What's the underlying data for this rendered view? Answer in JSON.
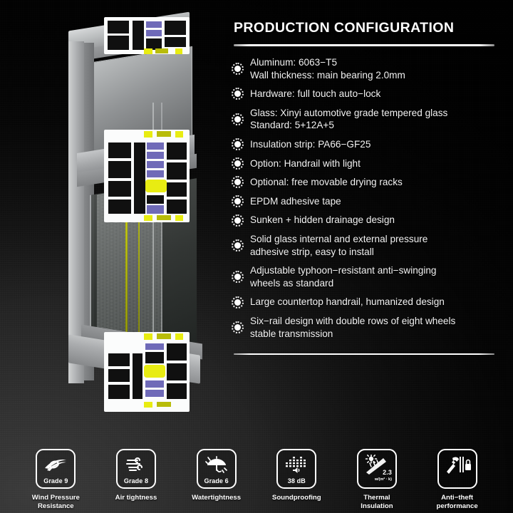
{
  "background": {
    "base_color": "#232323",
    "dark_color": "#050505",
    "accent_white": "#ffffff"
  },
  "product": {
    "name": "aluminum-sliding-window-cutaway-render",
    "alt": "3D cutaway render of aluminum sliding window frame profile with thermal break and seals",
    "colors": {
      "aluminum": "#b2b4b6",
      "thermal_break": "#6f6ab8",
      "seal_yellow": "#e8ec12",
      "glass": "#4e5250"
    }
  },
  "panel": {
    "title": "PRODUCTION CONFIGURATION",
    "items": [
      {
        "text": "Aluminum: 6063−T5\nWall thickness: main bearing 2.0mm"
      },
      {
        "text": "Hardware: full touch auto−lock"
      },
      {
        "text": "Glass: Xinyi automotive grade tempered glass\nStandard: 5+12A+5"
      },
      {
        "text": "Insulation strip: PA66−GF25"
      },
      {
        "text": "Option: Handrail with light"
      },
      {
        "text": "Optional: free movable drying racks"
      },
      {
        "text": "EPDM adhesive tape"
      },
      {
        "text": "Sunken + hidden drainage design"
      },
      {
        "text": "Solid glass internal and external pressure\nadhesive strip, easy to install"
      },
      {
        "text": "Adjustable typhoon−resistant anti−swinging\nwheels as standard"
      },
      {
        "text": "Large countertop handrail, humanized design"
      },
      {
        "text": "Six−rail design with double rows of eight wheels\nstable transmission"
      }
    ]
  },
  "badges": [
    {
      "icon": "wind-pressure-icon",
      "value": "Grade 9",
      "unit": "",
      "label": "Wind Pressure\nResistance"
    },
    {
      "icon": "air-tightness-icon",
      "value": "Grade 8",
      "unit": "",
      "label": "Air tightness"
    },
    {
      "icon": "umbrella-rain-icon",
      "value": "Grade 6",
      "unit": "",
      "label": "Watertightness"
    },
    {
      "icon": "equalizer-speaker-icon",
      "value": "38 dB",
      "unit": "",
      "label": "Soundproofing"
    },
    {
      "icon": "sun-thermal-icon",
      "value": "2.3",
      "unit": "w/(m² · k)",
      "label": "Thermal\nInsulation"
    },
    {
      "icon": "hammer-lock-icon",
      "value": "",
      "unit": "",
      "label": "Anti−theft\nperformance"
    }
  ]
}
